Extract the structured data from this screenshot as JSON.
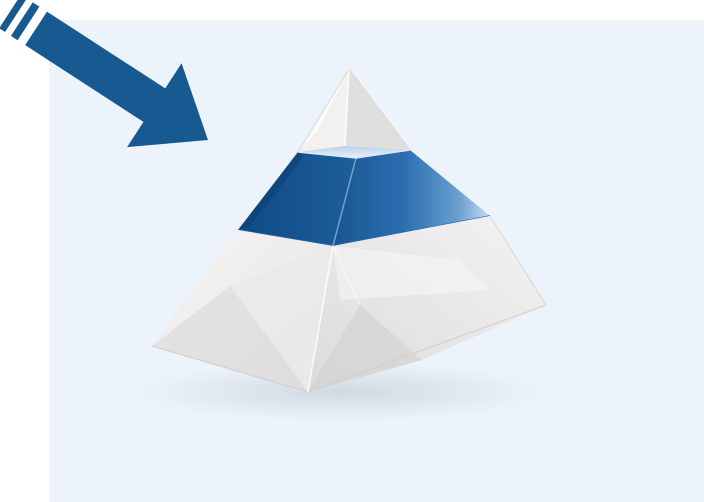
{
  "colors": {
    "panel_background": "#edf3fa",
    "arrow": "#175a92",
    "highlighted_tier": "#2366a6",
    "glass_tiers": "#ffffff"
  },
  "icons": {
    "pointer": "arrow-icon"
  },
  "diagram": {
    "shape": "pyramid",
    "tiers": 3,
    "highlighted_tier": "middle",
    "pointer_direction": "down-right"
  }
}
